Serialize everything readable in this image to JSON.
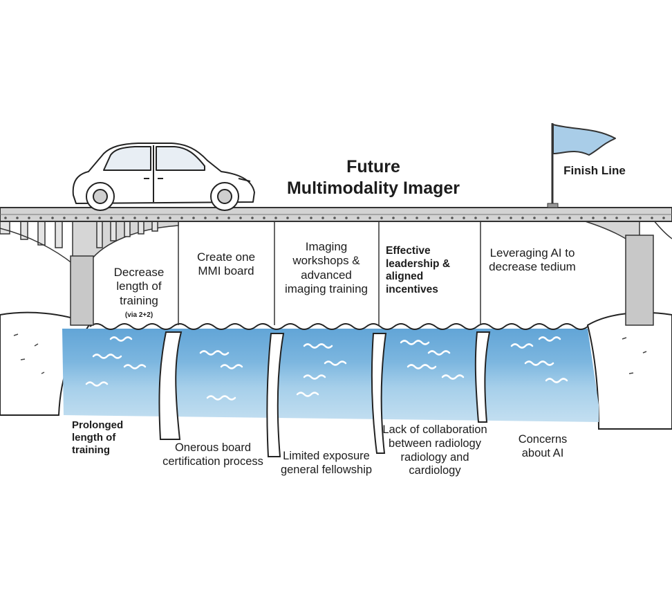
{
  "title": {
    "line1": "Future",
    "line2": "Multimodality Imager"
  },
  "finish_line": "Finish Line",
  "pillars": [
    {
      "label": "Decrease length of training",
      "note": "(via 2+2)"
    },
    {
      "label": "Create one MMI board"
    },
    {
      "label": "Imaging workshops & advanced imaging training"
    },
    {
      "label": "Effective leadership & aligned incentives"
    },
    {
      "label": "Leveraging AI to decrease tedium"
    }
  ],
  "obstacles": [
    {
      "label": "Prolonged length of training"
    },
    {
      "label": "Onerous board certification process"
    },
    {
      "label": "Limited exposure general fellowship"
    },
    {
      "label": "Lack of collaboration between radiology radiology and cardiology"
    },
    {
      "label": "Concerns about AI"
    }
  ],
  "colors": {
    "water_light": "#c2def0",
    "water_mid": "#92c3e4",
    "water_dark": "#5fa3d6",
    "bridge": "#d3d3d3",
    "flag": "#a9cde8"
  }
}
